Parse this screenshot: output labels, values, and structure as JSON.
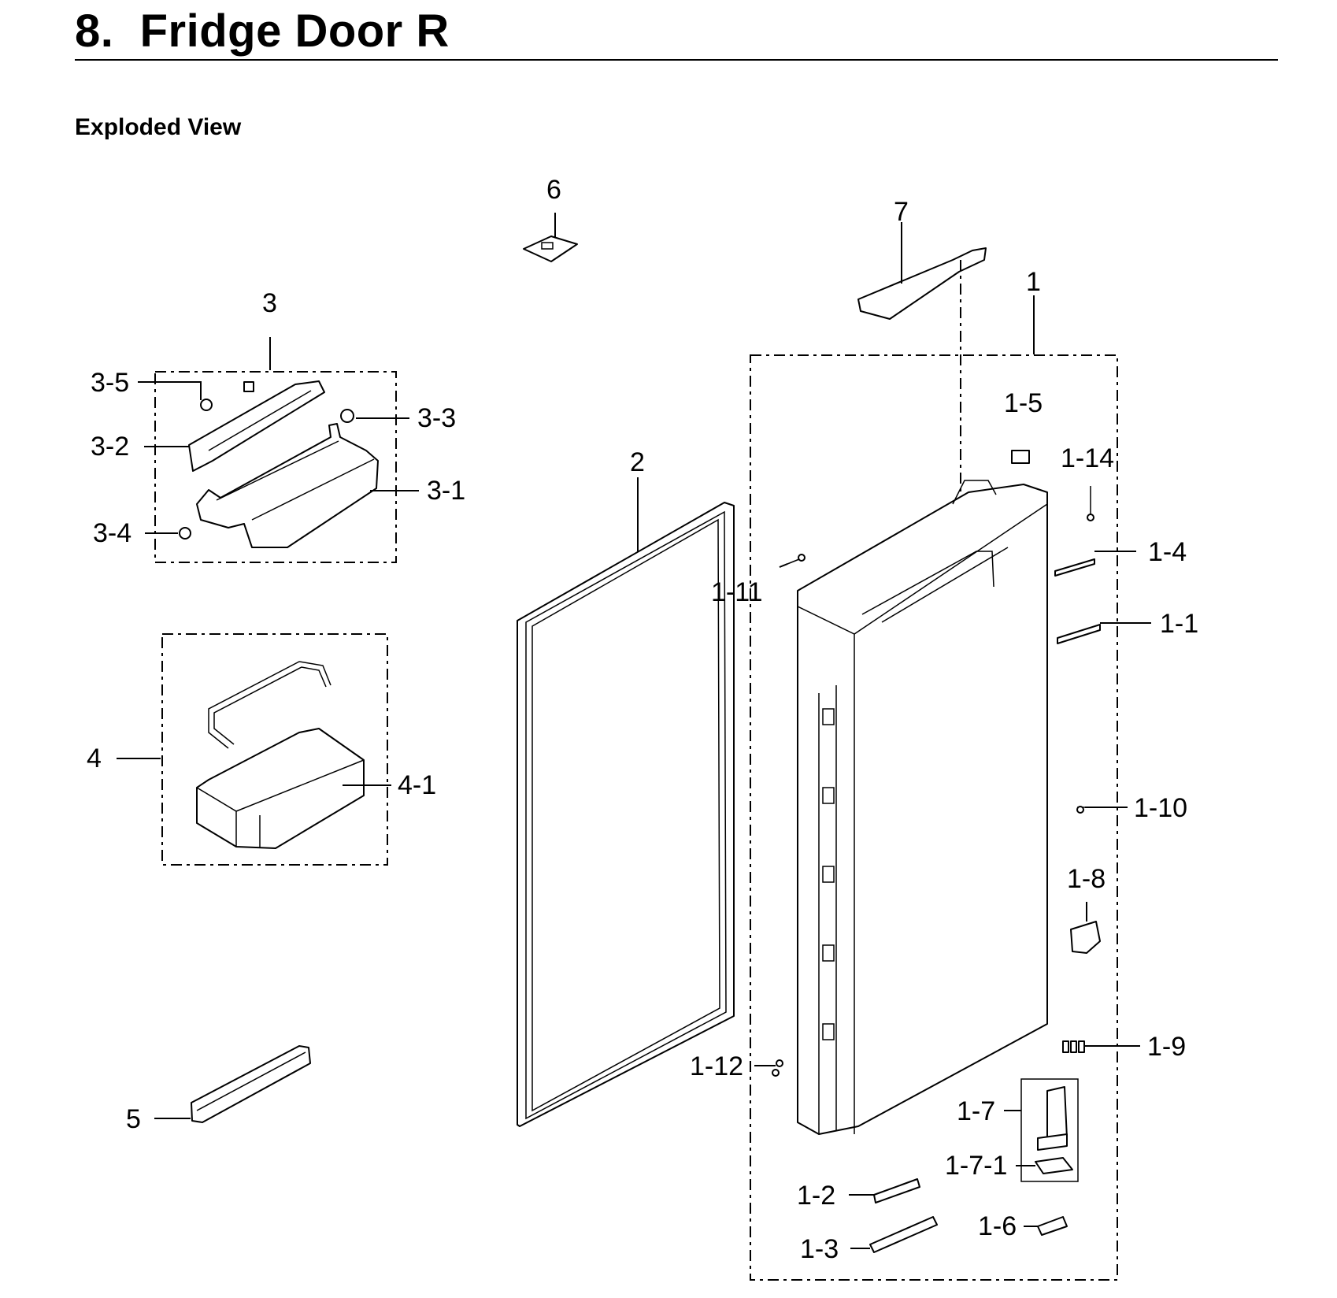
{
  "header": {
    "title": "8.  Fridge Door R",
    "subtitle": "Exploded View"
  },
  "callouts": {
    "c1": "1",
    "c1_1": "1-1",
    "c1_2": "1-2",
    "c1_3": "1-3",
    "c1_4": "1-4",
    "c1_5": "1-5",
    "c1_6": "1-6",
    "c1_7": "1-7",
    "c1_7_1": "1-7-1",
    "c1_8": "1-8",
    "c1_9": "1-9",
    "c1_10": "1-10",
    "c1_11": "1-11",
    "c1_12": "1-12",
    "c1_14": "1-14",
    "c2": "2",
    "c3": "3",
    "c3_1": "3-1",
    "c3_2": "3-2",
    "c3_3": "3-3",
    "c3_4": "3-4",
    "c3_5": "3-5",
    "c4": "4",
    "c4_1": "4-1",
    "c5": "5",
    "c6": "6",
    "c7": "7"
  }
}
